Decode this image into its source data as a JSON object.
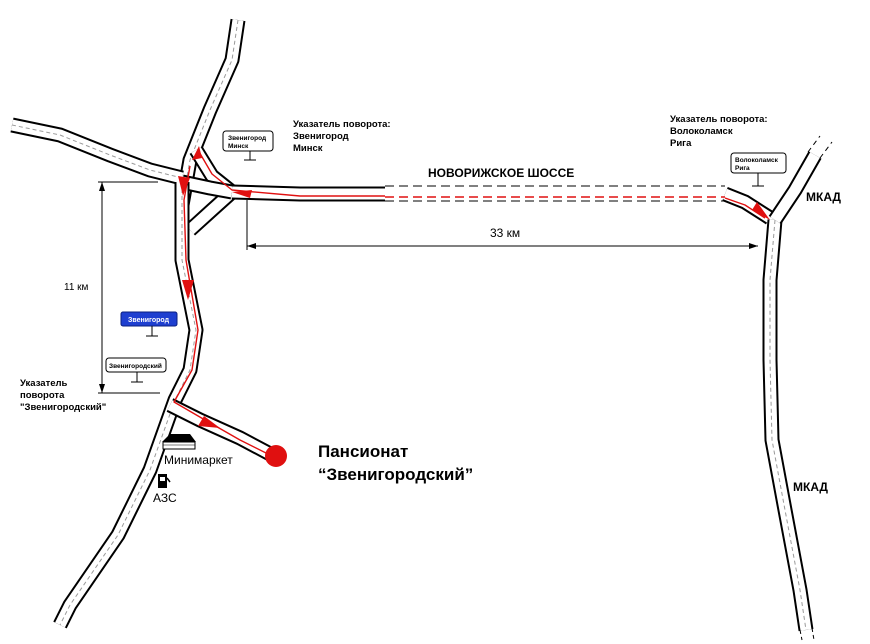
{
  "map": {
    "highway_name": "НОВОРИЖСКОЕ ШОССЕ",
    "ring_road_label_top": "МКАД",
    "ring_road_label_bottom": "МКАД",
    "distance_highway": "33 км",
    "distance_side_road": "11 км",
    "destination": {
      "line1": "Пансионат",
      "line2": "“Звенигородский”",
      "color": "#e01010"
    },
    "route_color": "#e01010",
    "signs": {
      "west_turn": {
        "caption": [
          "Указатель поворота:",
          "Звенигород",
          "Минск"
        ],
        "text": [
          "Звенигород",
          "Минск"
        ]
      },
      "east_turn": {
        "caption": [
          "Указатель поворота:",
          "Волоколамск",
          "Рига"
        ],
        "text": [
          "Волоколамск",
          "Рига"
        ]
      },
      "blue_sign": {
        "text": "Звенигород",
        "color": "#1e3fd0"
      },
      "zvenigorodsky_turn": {
        "caption": [
          "Указатель",
          "поворота",
          "\"Звенигородский\""
        ],
        "text": "Звенигородский"
      }
    },
    "pois": {
      "minimarket": {
        "label": "Минимаркет",
        "icon": "shop-icon"
      },
      "gas_station": {
        "label": "АЗС",
        "icon": "fuel-pump-icon"
      }
    }
  }
}
